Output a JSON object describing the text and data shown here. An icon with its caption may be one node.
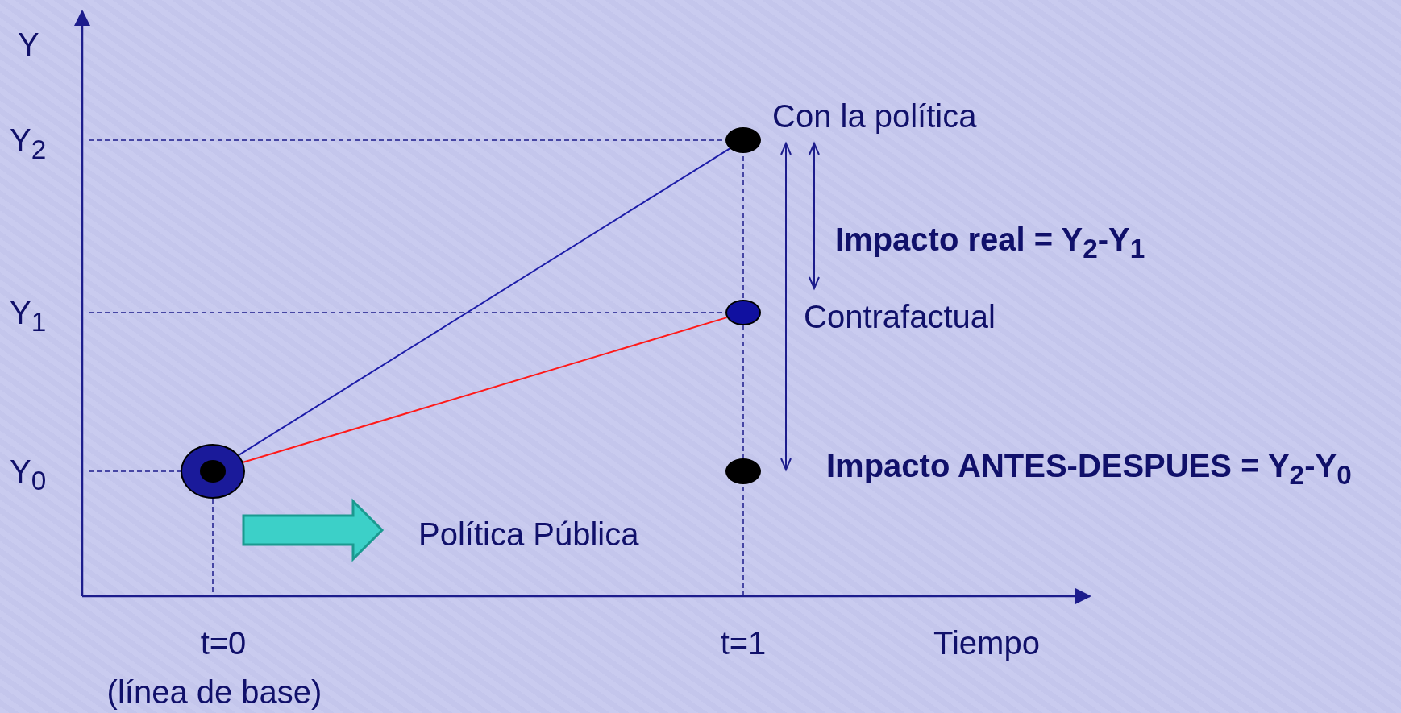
{
  "diagram": {
    "nodes": [
      {
        "text": [],
        "shape": "circle"
      },
      {
        "text": [],
        "shape": "circle",
        "beside": [
          "Con la política"
        ]
      },
      {
        "text": [],
        "shape": "circle",
        "beside": [
          "Contrafactual"
        ]
      },
      {
        "text": [],
        "shape": "circle"
      }
    ],
    "edges": [
      {
        "from": 0,
        "to": 1,
        "arrow": "none",
        "color": "#1c1ca8"
      },
      {
        "from": 0,
        "to": 2,
        "arrow": "none",
        "color": "#ff1a1a"
      }
    ],
    "labels": [
      "Y",
      "Y$_{2}$",
      "Y$_{1}$",
      "Y$_{0}$",
      "Impacto real = Y$_{2}$-Y$_{1}$",
      "Impacto ANTES-DESPUES = Y$_{2}$-Y$_{0}$",
      "Política Pública",
      "t=0",
      "(línea de base)",
      "t=1",
      "Tiempo"
    ]
  }
}
